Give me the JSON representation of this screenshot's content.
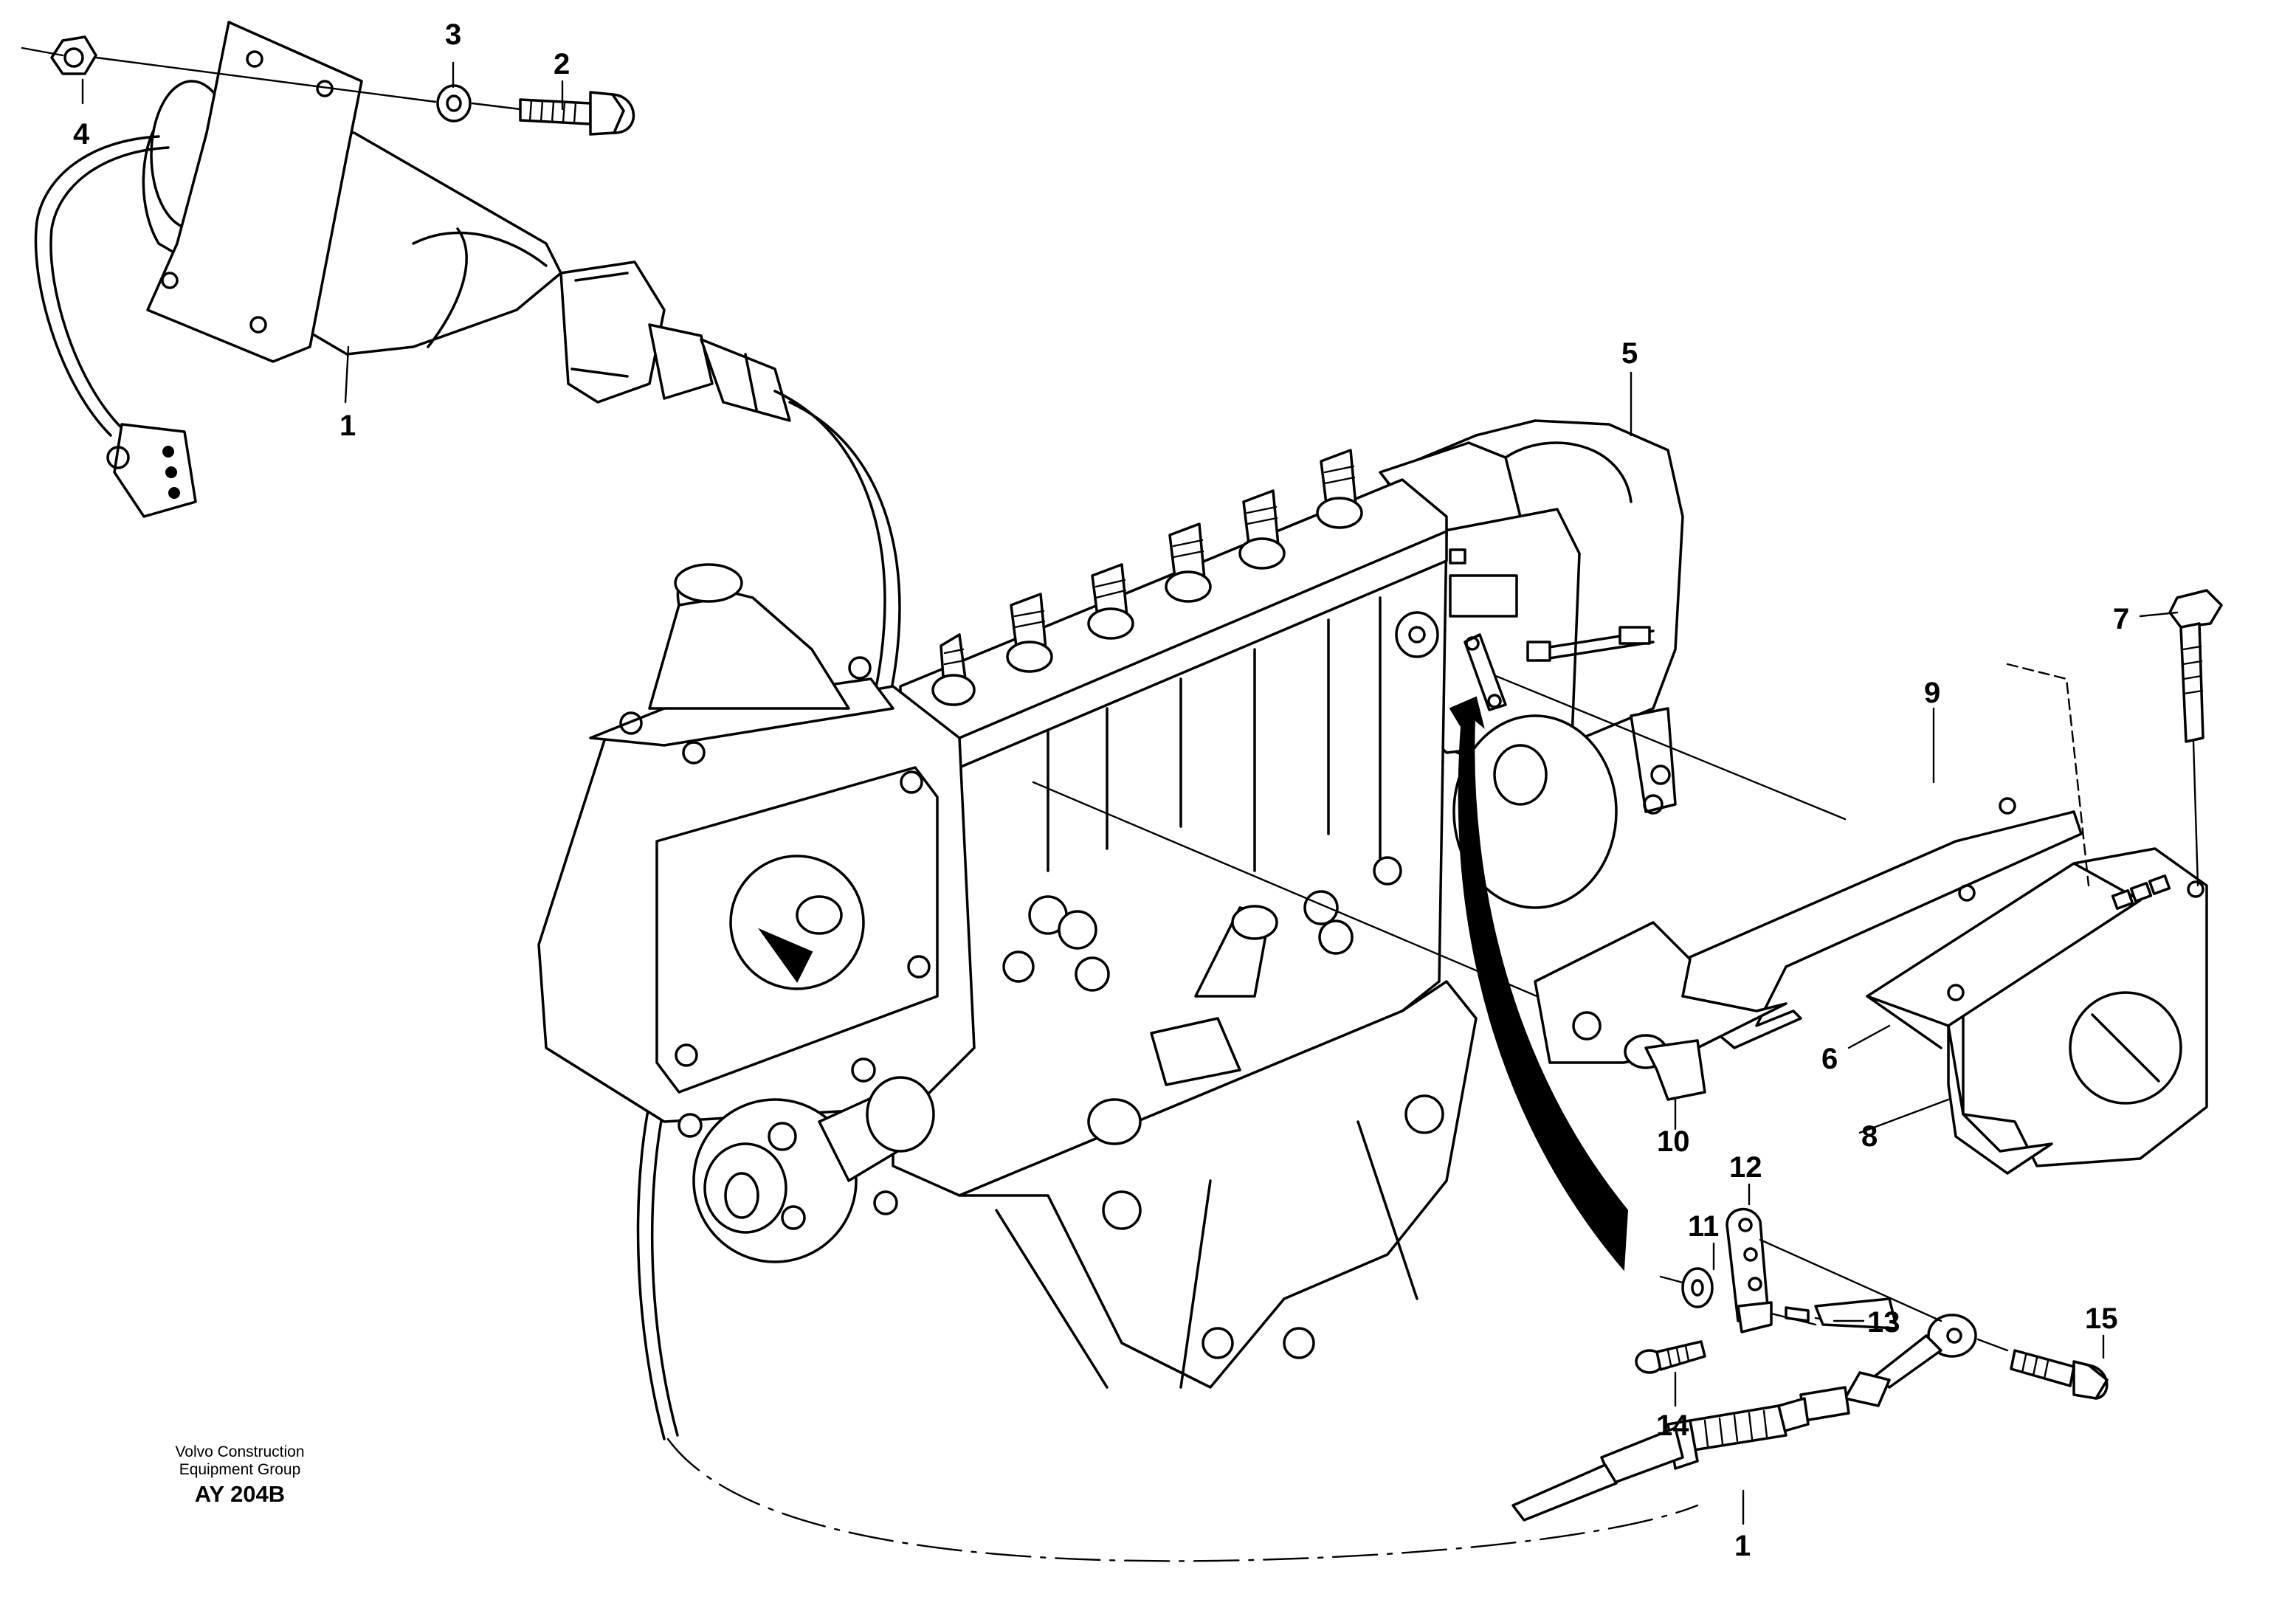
{
  "diagram": {
    "callouts": [
      {
        "id": "c1a",
        "label": "1"
      },
      {
        "id": "c2",
        "label": "2"
      },
      {
        "id": "c3",
        "label": "3"
      },
      {
        "id": "c4",
        "label": "4"
      },
      {
        "id": "c5",
        "label": "5"
      },
      {
        "id": "c6",
        "label": "6"
      },
      {
        "id": "c7",
        "label": "7"
      },
      {
        "id": "c8",
        "label": "8"
      },
      {
        "id": "c9",
        "label": "9"
      },
      {
        "id": "c10",
        "label": "10"
      },
      {
        "id": "c11",
        "label": "11"
      },
      {
        "id": "c12",
        "label": "12"
      },
      {
        "id": "c13",
        "label": "13"
      },
      {
        "id": "c14",
        "label": "14"
      },
      {
        "id": "c15",
        "label": "15"
      },
      {
        "id": "c1b",
        "label": "1"
      }
    ],
    "credit": {
      "line1": "Volvo Construction",
      "line2": "Equipment Group",
      "code": "AY 204B"
    }
  }
}
